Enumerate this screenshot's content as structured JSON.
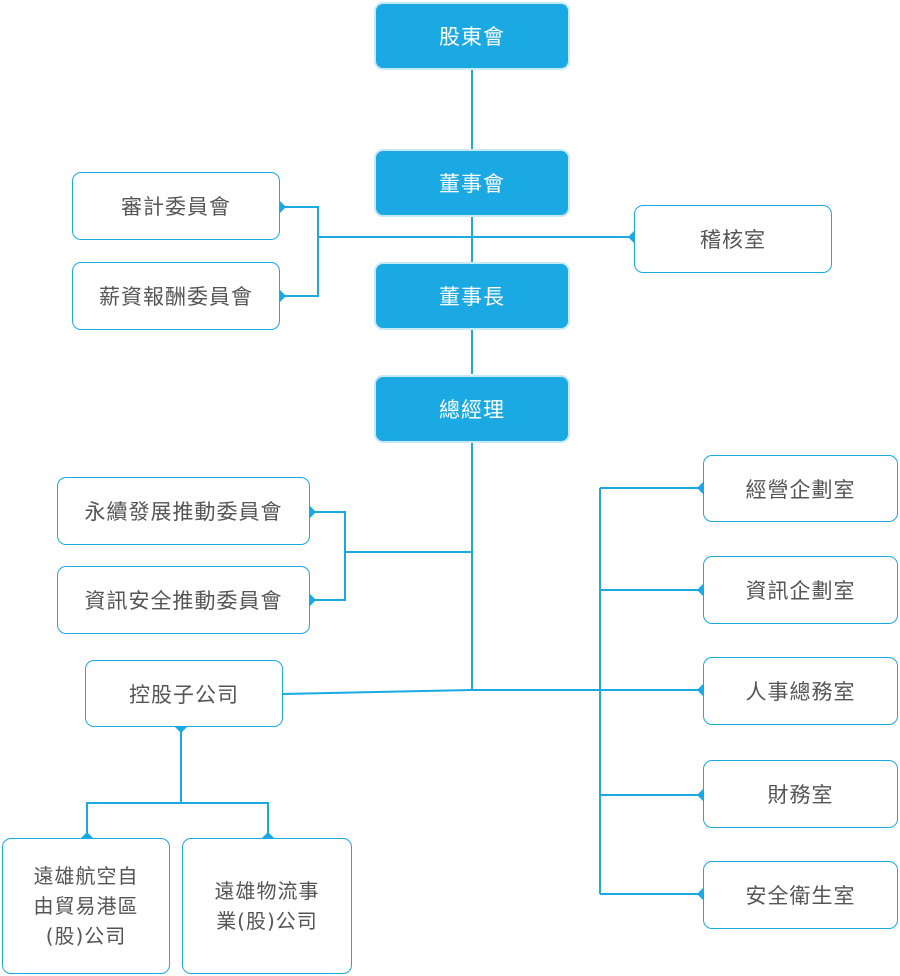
{
  "colors": {
    "accent": "#1aa9e3",
    "line": "#1aa9e3",
    "text": "#555555"
  },
  "nodes": {
    "shareholders": "股東會",
    "board": "董事會",
    "chairman": "董事長",
    "president": "總經理",
    "audit_committee": "審計委員會",
    "compensation_committee": "薪資報酬委員會",
    "internal_audit": "稽核室",
    "sustainability_committee": "永續發展推動委員會",
    "infosec_committee": "資訊安全推動委員會",
    "subsidiaries": "控股子公司",
    "sub_ftz": "遠雄航空自\n由貿易港區\n(股)公司",
    "sub_logistics": "遠雄物流事\n業(股)公司",
    "planning_office": "經營企劃室",
    "it_office": "資訊企劃室",
    "hr_admin_office": "人事總務室",
    "finance_office": "財務室",
    "safety_office": "安全衛生室"
  }
}
